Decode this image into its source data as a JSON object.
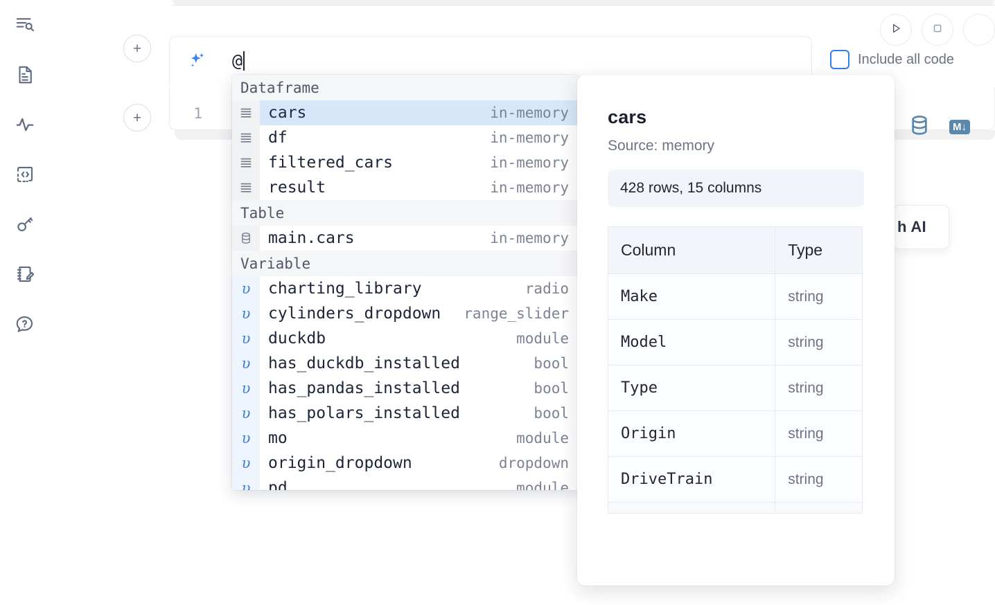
{
  "app": {
    "editor_top_strip": "",
    "cell_line_number": "1"
  },
  "sidebar": {
    "items": [
      {
        "name": "explore-outline-icon",
        "label": "Outline / search"
      },
      {
        "name": "file-document-icon",
        "label": "Notebook file"
      },
      {
        "name": "activity-pulse-icon",
        "label": "Activity"
      },
      {
        "name": "code-snippets-icon",
        "label": "Snippets"
      },
      {
        "name": "key-secrets-icon",
        "label": "Secrets"
      },
      {
        "name": "scratchpad-edit-icon",
        "label": "Scratchpad"
      },
      {
        "name": "help-chat-icon",
        "label": "Help"
      }
    ]
  },
  "toolbar": {
    "run_label": "Run",
    "stop_label": "Stop",
    "extra_label": "",
    "include_all_code_label": "Include all code",
    "include_all_code_checked": false
  },
  "prompt": {
    "icon": "sparkles-icon",
    "value": "@",
    "placeholder": ""
  },
  "cell": {
    "line_number": "1",
    "database_icon": "database-icon",
    "markdown_badge": "M↓"
  },
  "ai_chip": {
    "label": "h AI"
  },
  "autocomplete": {
    "groups": [
      {
        "title": "Dataframe",
        "icon": "dataframe-rows-icon",
        "kind": "dataframe",
        "items": [
          {
            "name": "cars",
            "type": "in-memory",
            "selected": true
          },
          {
            "name": "df",
            "type": "in-memory",
            "selected": false
          },
          {
            "name": "filtered_cars",
            "type": "in-memory",
            "selected": false
          },
          {
            "name": "result",
            "type": "in-memory",
            "selected": false
          }
        ]
      },
      {
        "title": "Table",
        "icon": "database-icon",
        "kind": "table",
        "items": [
          {
            "name": "main.cars",
            "type": "in-memory",
            "selected": false
          }
        ]
      },
      {
        "title": "Variable",
        "icon": "variable-upsilon-icon",
        "kind": "variable",
        "items": [
          {
            "name": "charting_library",
            "type": "radio",
            "selected": false
          },
          {
            "name": "cylinders_dropdown",
            "type": "range_slider",
            "selected": false
          },
          {
            "name": "duckdb",
            "type": "module",
            "selected": false
          },
          {
            "name": "has_duckdb_installed",
            "type": "bool",
            "selected": false
          },
          {
            "name": "has_pandas_installed",
            "type": "bool",
            "selected": false
          },
          {
            "name": "has_polars_installed",
            "type": "bool",
            "selected": false
          },
          {
            "name": "mo",
            "type": "module",
            "selected": false
          },
          {
            "name": "origin_dropdown",
            "type": "dropdown",
            "selected": false
          },
          {
            "name": "pd",
            "type": "module",
            "selected": false
          }
        ]
      }
    ]
  },
  "info_panel": {
    "title": "cars",
    "source": "Source: memory",
    "stats": "428 rows, 15 columns",
    "columns_header": "Column",
    "type_header": "Type",
    "rows": [
      {
        "column": "Make",
        "type": "string"
      },
      {
        "column": "Model",
        "type": "string"
      },
      {
        "column": "Type",
        "type": "string"
      },
      {
        "column": "Origin",
        "type": "string"
      },
      {
        "column": "DriveTrain",
        "type": "string"
      }
    ]
  },
  "colors": {
    "accent_blue": "#3b82f6",
    "selected_row": "#d7e7fa",
    "variable_gutter": "#eff5fe",
    "group_header_bg": "#f5f6f8",
    "icon_gray": "#5f6b80",
    "badge_blue": "#5b87ab"
  }
}
